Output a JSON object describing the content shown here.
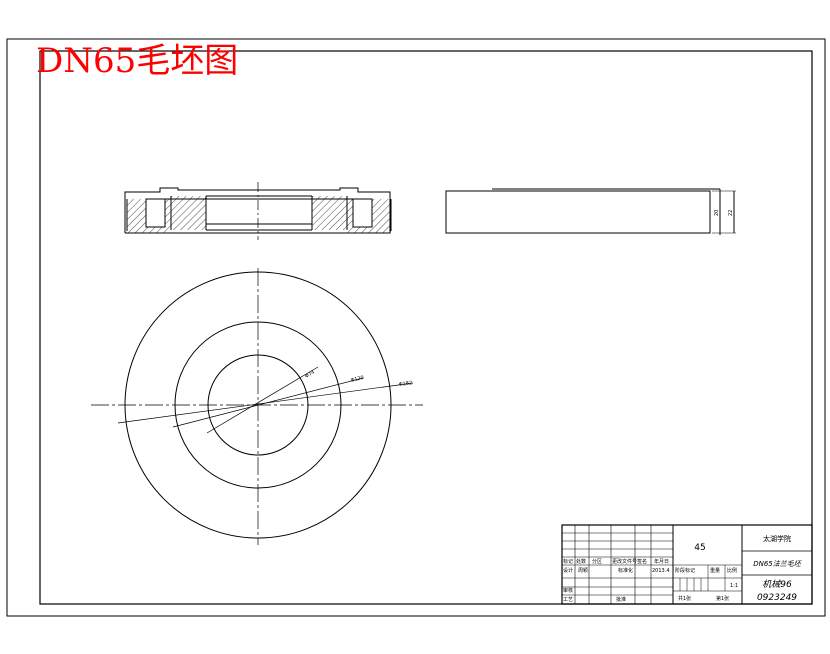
{
  "title": "DN65毛坯图",
  "dimensions": {
    "d_inner": "Φ74",
    "d_mid": "Φ120",
    "d_outer": "Φ182",
    "t1": "20",
    "t2": "22"
  },
  "title_block": {
    "material": "45",
    "school": "太湖学院",
    "part_name": "DN65法兰毛坯",
    "class_name": "机械96",
    "student_id": "0923249",
    "scale": "1:1",
    "labels": {
      "mark": "标记",
      "count": "处数",
      "zone": "分区",
      "change_doc": "更改文件号",
      "sign": "签名",
      "date": "年月日",
      "design": "设计",
      "standardize": "标准化",
      "stage_mark": "阶段标记",
      "weight": "重量",
      "ratio": "比例",
      "review": "审核",
      "process": "工艺",
      "approve": "批准",
      "total_sheets": "共1张",
      "sheet_no": "第1张",
      "designer": "周颖",
      "date_val": "2013.4"
    }
  }
}
